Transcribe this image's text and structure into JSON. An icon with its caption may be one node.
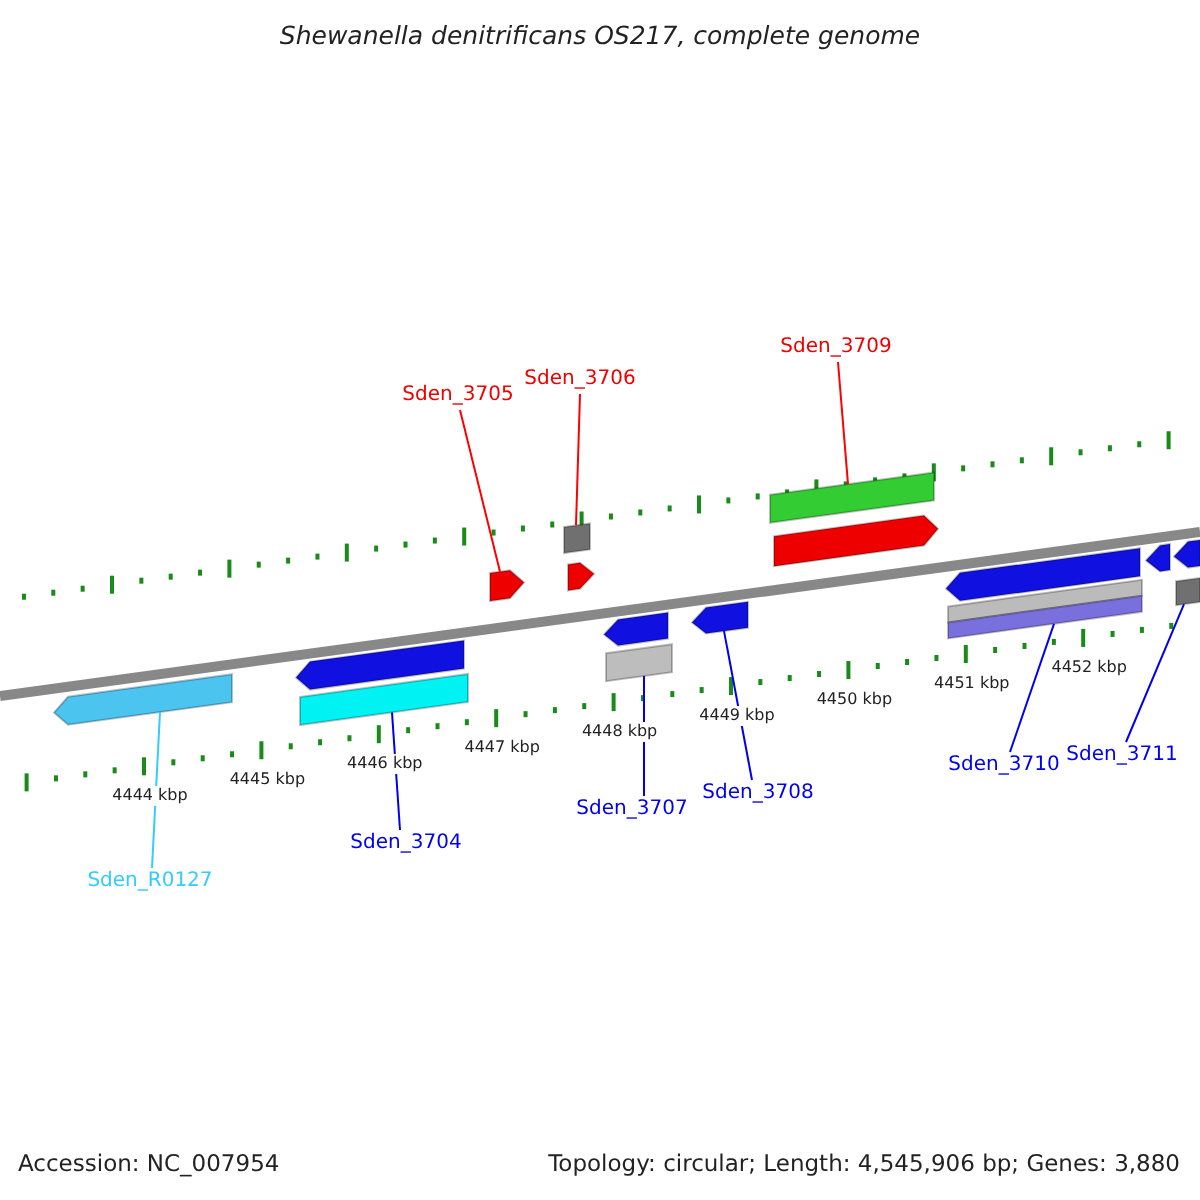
{
  "diagram": {
    "title": "Shewanella denitrificans OS217, complete genome",
    "nodes": [
      {
        "text": [
          "Sden_3709"
        ]
      },
      {
        "text": [
          "Sden_3706"
        ]
      },
      {
        "text": [
          "Sden_3705"
        ]
      },
      {
        "text": [
          "Sden_3711"
        ]
      },
      {
        "text": [
          "Sden_3710"
        ]
      },
      {
        "text": [
          "Sden_3708"
        ]
      },
      {
        "text": [
          "Sden_3707"
        ]
      },
      {
        "text": [
          "Sden_3704"
        ]
      },
      {
        "text": [
          "Sden_R0127"
        ]
      },
      {
        "text": [],
        "shape": "pentagon"
      },
      {
        "text": [],
        "shape": "pentagon"
      },
      {
        "text": [],
        "shape": "bar"
      },
      {
        "text": [],
        "shape": "pentagon"
      },
      {
        "text": [],
        "shape": "box"
      },
      {
        "text": [],
        "shape": "pentagon"
      },
      {
        "text": [],
        "shape": "pentagon"
      },
      {
        "text": [],
        "shape": "bar"
      },
      {
        "text": [],
        "shape": "pentagon"
      },
      {
        "text": [],
        "shape": "bar"
      },
      {
        "text": [],
        "shape": "pentagon"
      },
      {
        "text": [],
        "shape": "pentagon"
      },
      {
        "text": [],
        "shape": "bar"
      },
      {
        "text": [],
        "shape": "bar"
      },
      {
        "text": [],
        "shape": "pentagon"
      },
      {
        "text": [],
        "shape": "pentagon"
      },
      {
        "text": [],
        "shape": "box"
      }
    ],
    "edges": [
      {
        "from": 8,
        "to": 9,
        "arrow": "none",
        "color": "#33ccff"
      },
      {
        "from": 7,
        "to": 11,
        "arrow": "none"
      },
      {
        "from": 2,
        "to": 12,
        "arrow": "none",
        "color": "#ff0000"
      },
      {
        "from": 1,
        "to": 13,
        "arrow": "none",
        "color": "#ff0000"
      },
      {
        "from": 6,
        "to": 16,
        "arrow": "none"
      },
      {
        "from": 5,
        "to": 17,
        "arrow": "none"
      },
      {
        "from": 0,
        "to": 18,
        "arrow": "none",
        "color": "#ff0000"
      },
      {
        "from": 4,
        "to": 22,
        "arrow": "none"
      },
      {
        "from": 3,
        "to": 25,
        "arrow": "none"
      }
    ],
    "labels": [
      "4444 kbp",
      "4445 kbp",
      "4446 kbp",
      "4447 kbp",
      "4448 kbp",
      "4449 kbp",
      "4450 kbp",
      "4451 kbp",
      "4452 kbp",
      "Accession: NC_007954",
      "Topology: circular; Length: 4,545,906 bp; Genes: 3,880"
    ]
  }
}
